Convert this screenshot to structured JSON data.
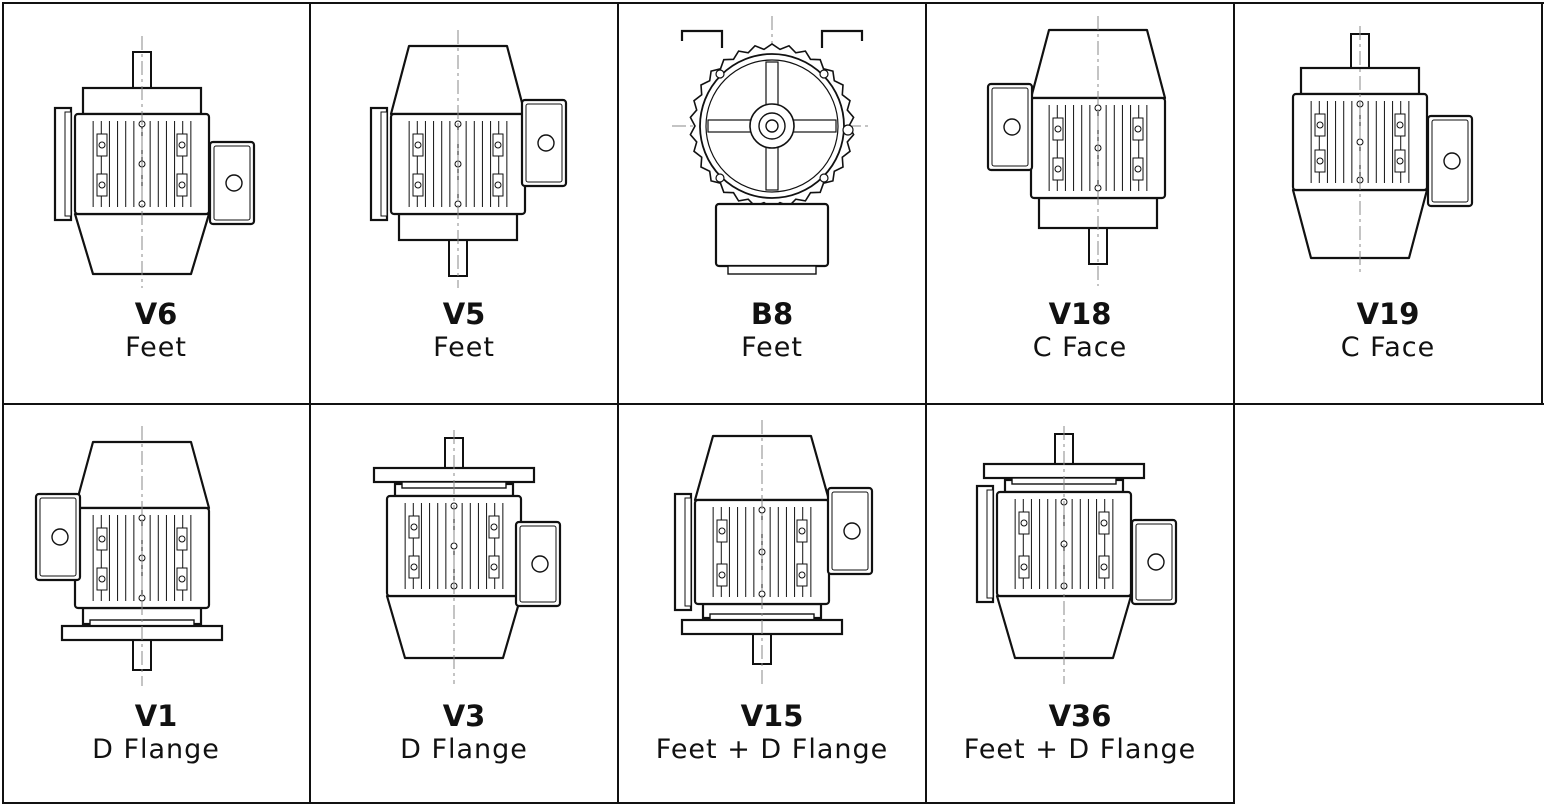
{
  "mountings": [
    {
      "code": "V6",
      "label": "Feet",
      "drawing": "motor-shaft-up-feet"
    },
    {
      "code": "V5",
      "label": "Feet",
      "drawing": "motor-shaft-down-feet"
    },
    {
      "code": "B8",
      "label": "Feet",
      "drawing": "motor-end-view-feet-top"
    },
    {
      "code": "V18",
      "label": "C Face",
      "drawing": "motor-shaft-down-cface"
    },
    {
      "code": "V19",
      "label": "C Face",
      "drawing": "motor-shaft-up-cface"
    },
    {
      "code": "V1",
      "label": "D Flange",
      "drawing": "motor-shaft-down-dflange"
    },
    {
      "code": "V3",
      "label": "D Flange",
      "drawing": "motor-shaft-up-dflange"
    },
    {
      "code": "V15",
      "label": "Feet + D Flange",
      "drawing": "motor-shaft-down-feet-dflange"
    },
    {
      "code": "V36",
      "label": "Feet + D Flange",
      "drawing": "motor-shaft-up-feet-dflange"
    }
  ],
  "colors": {
    "line": "#111111",
    "background": "#ffffff",
    "centerline": "#888888"
  }
}
